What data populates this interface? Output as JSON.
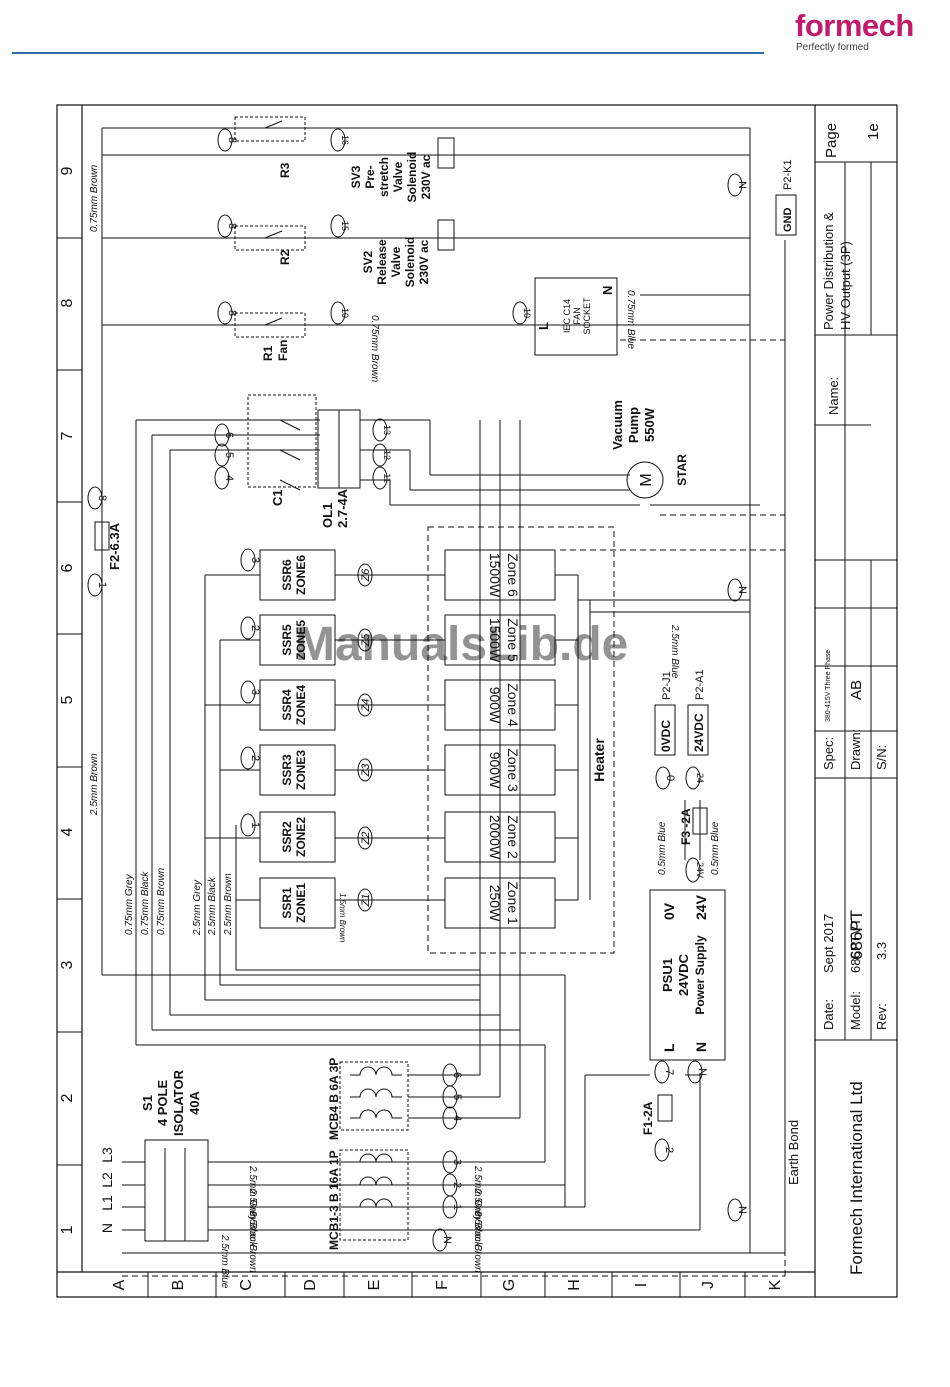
{
  "brand": {
    "logo": "formech",
    "tagline": "Perfectly formed"
  },
  "watermark": "ManualsLib.de",
  "grid": {
    "columns": [
      "1",
      "2",
      "3",
      "4",
      "5",
      "6",
      "7",
      "8",
      "9"
    ],
    "rows": [
      "A",
      "B",
      "C",
      "D",
      "E",
      "F",
      "G",
      "H",
      "I",
      "J",
      "K"
    ]
  },
  "title_block": {
    "company": "Formech International Ltd",
    "model_name": "686PT",
    "date_label": "Date:",
    "date_value": "Sept 2017",
    "model_label": "Model:",
    "model_value": "686PTVT",
    "rev_label": "Rev:",
    "rev_value": "3.3",
    "spec_label": "Spec:",
    "spec_value": "380-415V Three Phase",
    "drawn_label": "Drawn:",
    "drawn_value": "AB",
    "sn_label": "S/N:",
    "name_label": "Name:",
    "name_line1": "Power Distribution &",
    "name_line2": "HV Output (3P)",
    "page_label": "Page",
    "page_value": "1e"
  },
  "components": {
    "isolator": [
      "S1",
      "4 POLE",
      "ISOLATOR",
      "40A"
    ],
    "mcb13": "MCB1-3 B 16A 1P",
    "mcb4": "MCB4 B 6A 3P",
    "f1": "F1-2A",
    "f2": "F2-6.3A",
    "f3": "F3 -2A",
    "psu": [
      "PSU1",
      "24VDC",
      "Power Supply"
    ],
    "psu_terms": {
      "l": "L",
      "n": "N",
      "zero": "0V",
      "v24": "24V"
    },
    "ssr": [
      {
        "name": "SSR1",
        "zone": "ZONE1"
      },
      {
        "name": "SSR2",
        "zone": "ZONE2"
      },
      {
        "name": "SSR3",
        "zone": "ZONE3"
      },
      {
        "name": "SSR4",
        "zone": "ZONE4"
      },
      {
        "name": "SSR5",
        "zone": "ZONE5"
      },
      {
        "name": "SSR6",
        "zone": "ZONE6"
      }
    ],
    "heater_label": "Heater",
    "zones": [
      {
        "name": "Zone 1",
        "power": "250W"
      },
      {
        "name": "Zone 2",
        "power": "2000W"
      },
      {
        "name": "Zone 3",
        "power": "900W"
      },
      {
        "name": "Zone 4",
        "power": "900W"
      },
      {
        "name": "Zone 5",
        "power": "1500W"
      },
      {
        "name": "Zone 6",
        "power": "1500W"
      }
    ],
    "zone_wires": [
      "Z1",
      "Z2",
      "Z3",
      "Z4",
      "Z5",
      "Z6"
    ],
    "c1": "C1",
    "ol1": [
      "OL1",
      "2.7-4A"
    ],
    "pump": [
      "Vacuum",
      "Pump",
      "550W"
    ],
    "motor": "M",
    "star": "STAR",
    "r1": [
      "R1",
      "Fan"
    ],
    "r2": "R2",
    "r3": "R3",
    "sv2": [
      "SV2",
      "Release",
      "Valve",
      "Solenoid",
      "230V ac"
    ],
    "sv3": [
      "SV3",
      "Pre-",
      "stretch",
      "Valve",
      "Solenoid",
      "230V ac"
    ],
    "fan_socket": [
      "IEC C14",
      "FAN",
      "SOCKET"
    ],
    "socket_l": "L",
    "socket_n": "N",
    "gnd": "GND",
    "p2k1": "P2-K1",
    "p2j1": "P2-J1",
    "p2a1": "P2-A1",
    "zero_vdc": "0VDC",
    "v24_vdc": "24VDC",
    "earth_bond": "Earth Bond",
    "supply": [
      "L3",
      "L2",
      "L1",
      "N"
    ]
  },
  "wire_labels": {
    "blue_25": "2.5mm Blue",
    "grey_25": "2.5mm Grey",
    "black_25": "2.5mm Black",
    "brown_25": "2.5mm Brown",
    "grey_075": "0.75mm Grey",
    "black_075": "0.75mm Black",
    "brown_075": "0.75mm Brown",
    "blue_075": "0.75mm Blue",
    "blue_05": "0.5mm Blue",
    "brown_15": "1.5mm Brown"
  },
  "terminal_numbers": {
    "n": "N",
    "one": "1",
    "two": "2",
    "three": "3",
    "four": "4",
    "five": "5",
    "six": "6",
    "seven": "7",
    "eight": "8",
    "ten": "10",
    "eleven": "11",
    "twelve": "12",
    "thirteen": "13",
    "fourteen": "14",
    "fifteen": "15",
    "sixteen": "16",
    "zero": "0",
    "v24": "24V",
    "t24": "24"
  }
}
